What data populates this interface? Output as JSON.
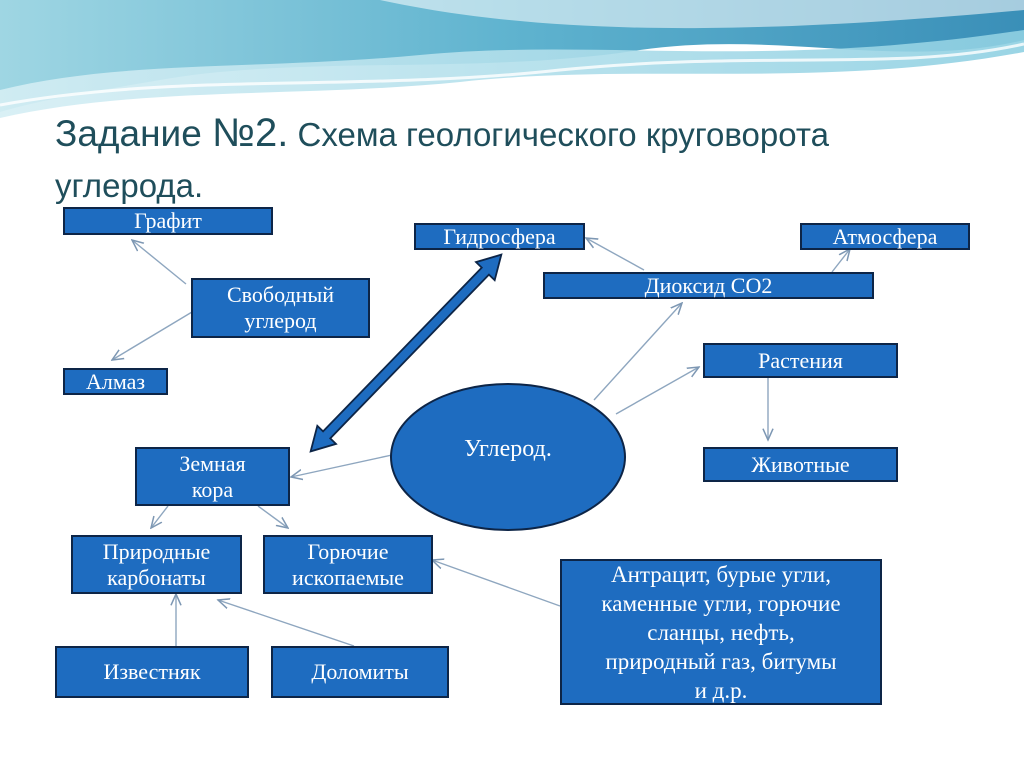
{
  "title": {
    "prefix": "Задание ",
    "number": "№2.",
    "rest": " Схема геологического круговорота углерода."
  },
  "nodes": {
    "graphite": "Графит",
    "free_carbon": "Свободный\nуглерод",
    "diamond": "Алмаз",
    "hydrosphere": "Гидросфера",
    "atmosphere": "Атмосфера",
    "co2": "Диоксид СО2",
    "plants": "Растения",
    "animals": "Животные",
    "carbon": "Углерод.",
    "earth_crust": "Земная\nкора",
    "natural_carbonates": "Природные\nкарбонаты",
    "fossil_fuels": "Горючие\nископаемые",
    "fuel_types": "Антрацит, бурые угли,\nкаменные угли, горючие\nсланцы, нефть,\nприродный газ, битумы\nи д.р.",
    "limestone": "Известняк",
    "dolomites": "Доломиты"
  },
  "colors": {
    "box_fill": "#1e6cc0",
    "box_border": "#0d2547",
    "text": "#ffffff",
    "title": "#1f4e5b",
    "connector": "#8ea6bf",
    "double_arrow": "#1e6cc0"
  }
}
